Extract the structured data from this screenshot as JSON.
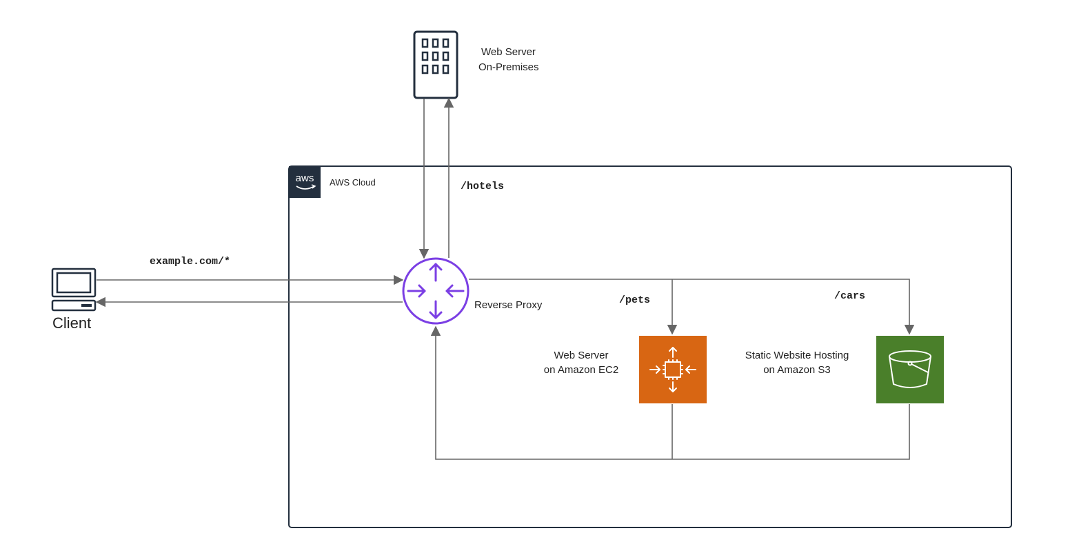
{
  "cloud": {
    "badge": "aws",
    "label": "AWS Cloud"
  },
  "client": {
    "label": "Client"
  },
  "onprem": {
    "line1": "Web Server",
    "line2": "On-Premises"
  },
  "proxy": {
    "label": "Reverse Proxy"
  },
  "ec2": {
    "line1": "Web Server",
    "line2": "on Amazon EC2",
    "color": "#D86613"
  },
  "s3": {
    "line1": "Static Website Hosting",
    "line2": "on Amazon S3",
    "color": "#4A7F2A"
  },
  "routes": {
    "all": "example.com/*",
    "hotels": "/hotels",
    "pets": "/pets",
    "cars": "/cars"
  },
  "colors": {
    "proxy": "#7B3FE4",
    "line": "#666666",
    "frame": "#232F3E"
  }
}
